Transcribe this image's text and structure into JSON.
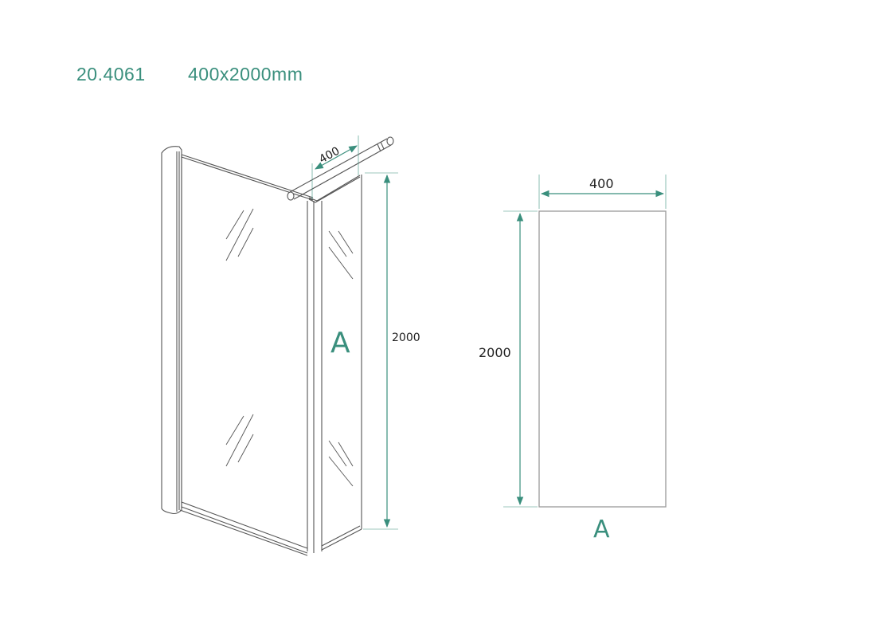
{
  "header": {
    "product_code": "20.4061",
    "size_label": "400x2000mm"
  },
  "isometric_view": {
    "width_dim": "400",
    "height_dim": "2000",
    "panel_label": "A"
  },
  "front_view": {
    "width_dim": "400",
    "height_dim": "2000",
    "panel_label": "A"
  },
  "colors": {
    "accent": "#3a8f7d",
    "line": "#555555"
  }
}
